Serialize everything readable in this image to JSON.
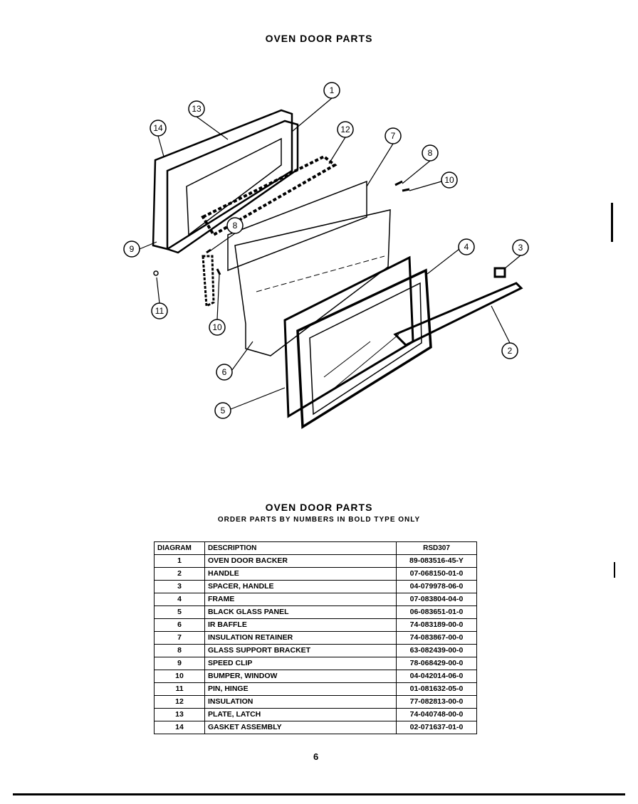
{
  "title": "OVEN DOOR PARTS",
  "diagram": {
    "callouts": [
      "1",
      "13",
      "14",
      "12",
      "7",
      "8",
      "10",
      "8",
      "9",
      "4",
      "3",
      "11",
      "10",
      "2",
      "6",
      "5"
    ]
  },
  "table": {
    "heading": "OVEN DOOR PARTS",
    "subheading": "ORDER PARTS BY NUMBERS IN BOLD TYPE ONLY",
    "columns": [
      "DIAGRAM",
      "DESCRIPTION",
      "RSD307"
    ],
    "rows": [
      [
        "1",
        "OVEN DOOR BACKER",
        "89-083516-45-Y"
      ],
      [
        "2",
        "HANDLE",
        "07-068150-01-0"
      ],
      [
        "3",
        "SPACER, HANDLE",
        "04-079978-06-0"
      ],
      [
        "4",
        "FRAME",
        "07-083804-04-0"
      ],
      [
        "5",
        "BLACK GLASS PANEL",
        "06-083651-01-0"
      ],
      [
        "6",
        "IR BAFFLE",
        "74-083189-00-0"
      ],
      [
        "7",
        "INSULATION RETAINER",
        "74-083867-00-0"
      ],
      [
        "8",
        "GLASS SUPPORT BRACKET",
        "63-082439-00-0"
      ],
      [
        "9",
        "SPEED CLIP",
        "78-068429-00-0"
      ],
      [
        "10",
        "BUMPER, WINDOW",
        "04-042014-06-0"
      ],
      [
        "11",
        "PIN, HINGE",
        "01-081632-05-0"
      ],
      [
        "12",
        "INSULATION",
        "77-082813-00-0"
      ],
      [
        "13",
        "PLATE, LATCH",
        "74-040748-00-0"
      ],
      [
        "14",
        "GASKET ASSEMBLY",
        "02-071637-01-0"
      ]
    ]
  },
  "page_number": "6"
}
